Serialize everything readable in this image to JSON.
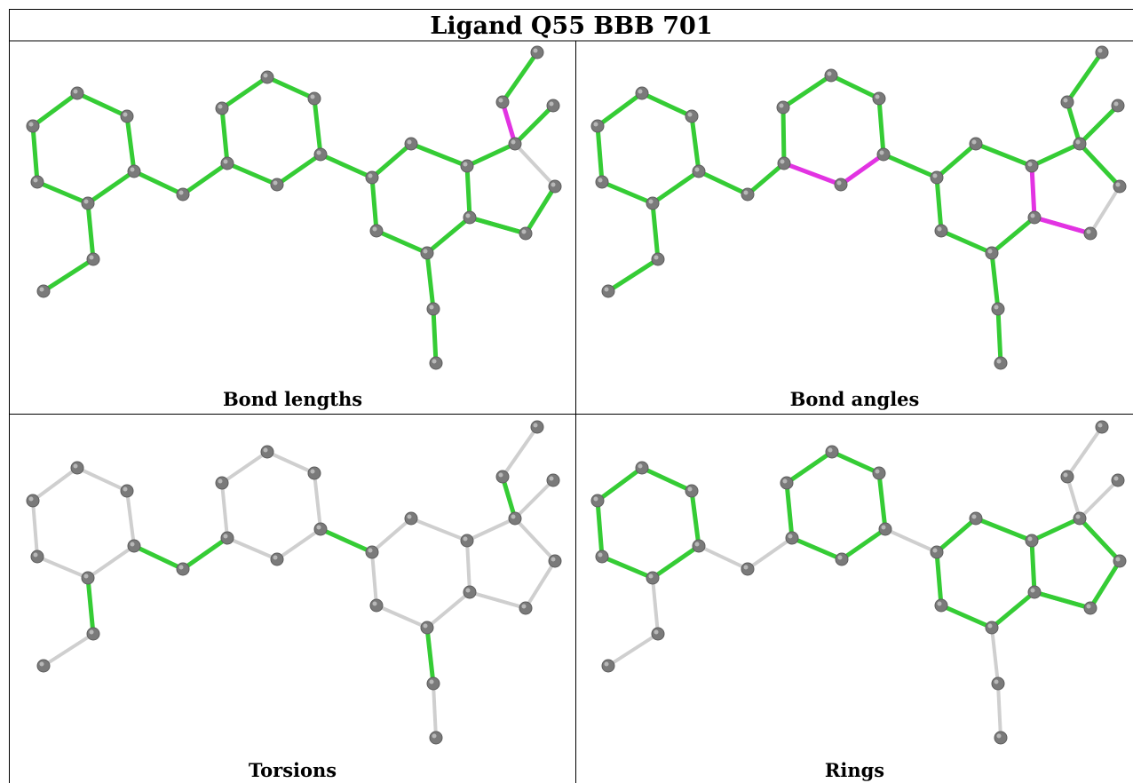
{
  "title": "Ligand Q55 BBB 701",
  "panels": [
    {
      "caption": "Bond lengths",
      "bond_colors": [
        "g",
        "g",
        "g",
        "g",
        "g",
        "g",
        "g",
        "g",
        "g",
        "g",
        "g",
        "g",
        "g",
        "g",
        "g",
        "g",
        "g",
        "g",
        "g",
        "g",
        "g",
        "g",
        "g",
        "g",
        "m",
        "g",
        "g",
        "w",
        "g",
        "g",
        "g",
        "g",
        "g"
      ]
    },
    {
      "caption": "Bond angles",
      "bond_colors": [
        "g",
        "g",
        "g",
        "g",
        "g",
        "g",
        "g",
        "g",
        "g",
        "g",
        "g",
        "g",
        "m",
        "m",
        "g",
        "g",
        "g",
        "g",
        "g",
        "g",
        "g",
        "m",
        "m",
        "g",
        "g",
        "g",
        "g",
        "g",
        "g",
        "w",
        "m",
        "g",
        "g"
      ]
    },
    {
      "caption": "Torsions",
      "bond_colors": [
        "w",
        "w",
        "w",
        "w",
        "w",
        "w",
        "w",
        "g",
        "g",
        "w",
        "w",
        "w",
        "w",
        "w",
        "w",
        "g",
        "w",
        "w",
        "w",
        "w",
        "w",
        "w",
        "w",
        "w",
        "g",
        "w",
        "w",
        "w",
        "w",
        "w",
        "w",
        "g",
        "w"
      ]
    },
    {
      "caption": "Rings",
      "bond_colors": [
        "g",
        "g",
        "g",
        "g",
        "g",
        "g",
        "w",
        "w",
        "w",
        "g",
        "g",
        "g",
        "g",
        "g",
        "g",
        "w",
        "g",
        "g",
        "g",
        "g",
        "g",
        "g",
        "g",
        "w",
        "w",
        "w",
        "g",
        "g",
        "g",
        "g",
        "g",
        "w",
        "w"
      ]
    }
  ],
  "colors": {
    "g": "#35cc35",
    "m": "#e233e2",
    "w": "#cfcfcf",
    "atom": "#7a7a7a",
    "line": "#000000"
  }
}
